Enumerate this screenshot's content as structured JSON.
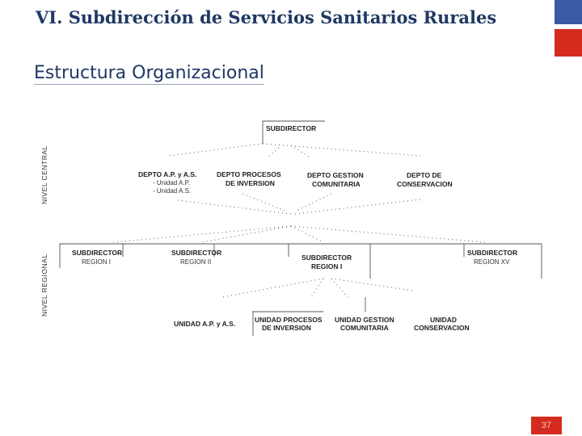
{
  "header": {
    "title": "VI. Subdirección de Servicios Sanitarios Rurales",
    "subtitle": "Estructura Organizacional"
  },
  "side_labels": {
    "central": "NIVEL CENTRAL",
    "regional": "NIVEL REGIONAL"
  },
  "org": {
    "subdirector": "SUBDIRECTOR",
    "central_depts": [
      {
        "line1": "DEPTO A.P. y A.S.",
        "line2": ""
      },
      {
        "line1": "DEPTO PROCESOS",
        "line2": "DE INVERSION"
      },
      {
        "line1": "DEPTO GESTION",
        "line2": "COMUNITARIA"
      },
      {
        "line1": "DEPTO DE",
        "line2": "CONSERVACION"
      }
    ],
    "central_units": [
      "- Unidad A.P.",
      "- Unidad A.S."
    ],
    "regional_directors": [
      {
        "line1": "SUBDIRECTOR",
        "line2": "REGION I"
      },
      {
        "line1": "SUBDIRECTOR",
        "line2": "REGION II"
      },
      {
        "line1": "SUBDIRECTOR",
        "line2": "REGION I"
      },
      {
        "line1": "SUBDIRECTOR",
        "line2": "REGION XV"
      }
    ],
    "regional_units": [
      {
        "line1": "UNIDAD A.P. y A.S.",
        "line2": ""
      },
      {
        "line1": "UNIDAD PROCESOS",
        "line2": "DE INVERSION"
      },
      {
        "line1": "UNIDAD GESTION",
        "line2": "COMUNITARIA"
      },
      {
        "line1": "UNIDAD",
        "line2": "CONSERVACION"
      }
    ]
  },
  "footer": {
    "page_number": "37"
  },
  "colors": {
    "title": "#1f3864",
    "flag_blue": "#3b5aa6",
    "flag_red": "#d52b1e"
  }
}
